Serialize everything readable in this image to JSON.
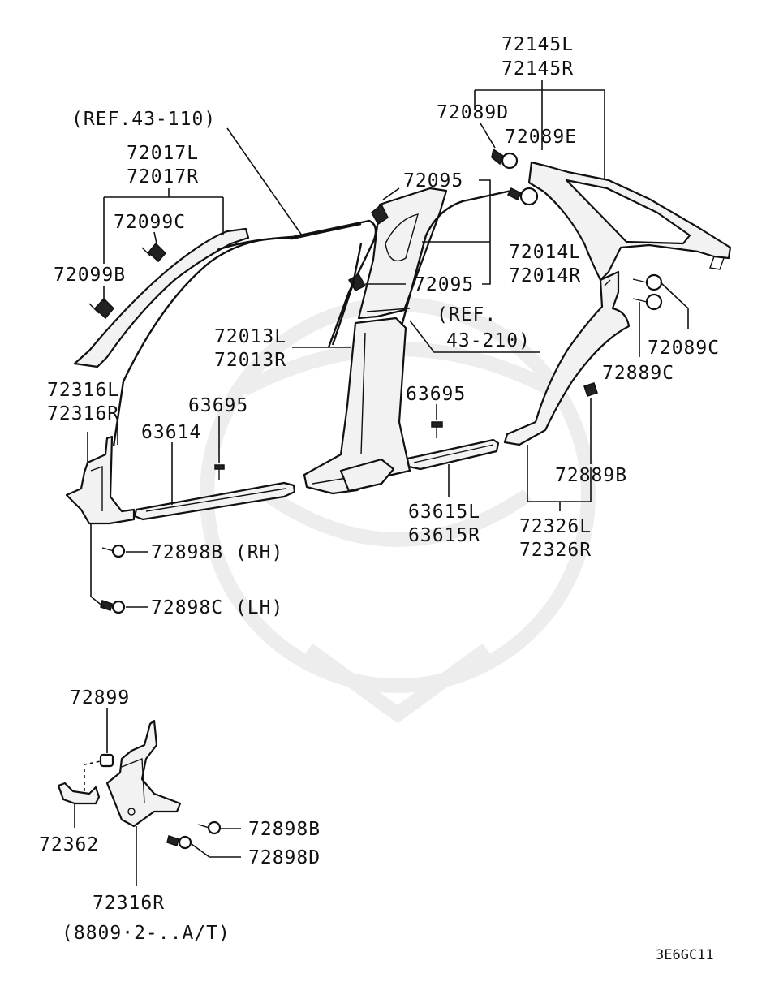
{
  "labels": {
    "l_72145L": "72145L",
    "l_72145R": "72145R",
    "l_72089D": "72089D",
    "l_72089E": "72089E",
    "l_ref43_110": "(REF.43-110)",
    "l_72017L": "72017L",
    "l_72017R": "72017R",
    "l_72099C": "72099C",
    "l_72099B": "72099B",
    "l_72095_top": "72095",
    "l_72014L": "72014L",
    "l_72014R": "72014R",
    "l_72095_mid": "72095",
    "l_ref43_210_a": "(REF.",
    "l_ref43_210_b": "43-210)",
    "l_72013L": "72013L",
    "l_72013R": "72013R",
    "l_72089C": "72089C",
    "l_72889C": "72889C",
    "l_72316L": "72316L",
    "l_72316R": "72316R",
    "l_63695_left": "63695",
    "l_63614": "63614",
    "l_63695_right": "63695",
    "l_72889B": "72889B",
    "l_63615L": "63615L",
    "l_63615R": "63615R",
    "l_72326L": "72326L",
    "l_72326R": "72326R",
    "l_72898B_RH": "72898B (RH)",
    "l_72898C_LH": "72898C (LH)",
    "l_72899": "72899",
    "l_72362": "72362",
    "l_72898B": "72898B",
    "l_72898D": "72898D",
    "l_72316R_inset": "72316R",
    "l_inset_note": "(8809·2-..A/T)",
    "l_diagram_code": "3E6GC11"
  }
}
